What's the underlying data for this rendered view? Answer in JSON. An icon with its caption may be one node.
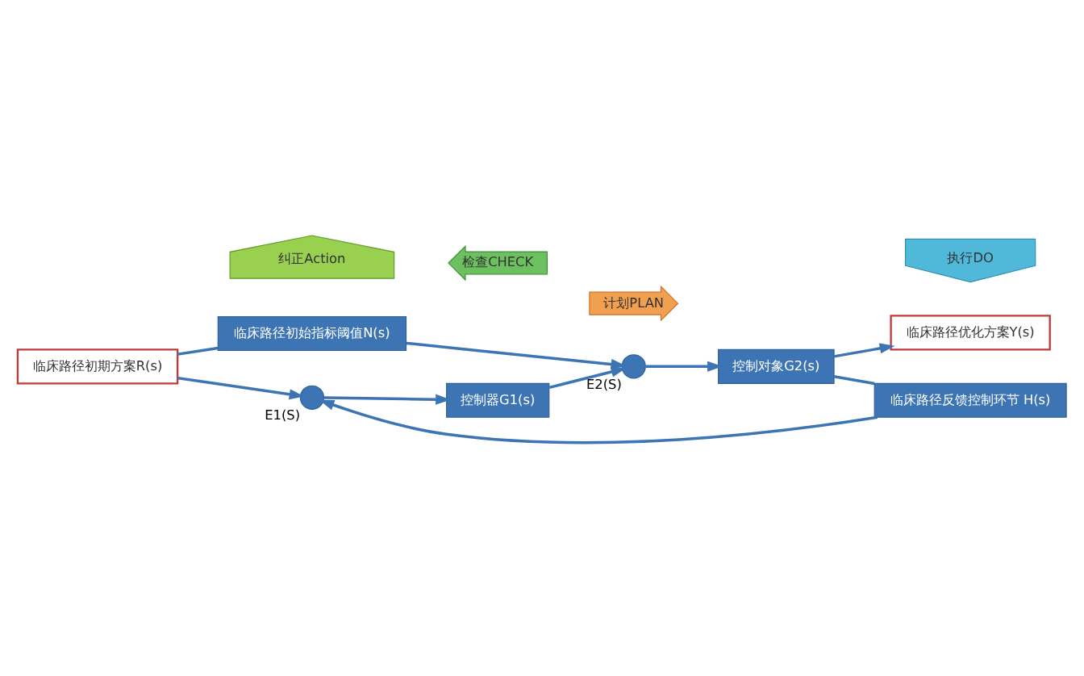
{
  "diagram": {
    "nodes": [
      {
        "text": [
          "临床路径初期方案R(s)"
        ]
      },
      {
        "text": [
          "临床路径初始指标阈值N(s)"
        ]
      },
      {
        "text": [],
        "shape": "circle",
        "beside": [
          "E1(S)"
        ]
      },
      {
        "text": [
          "控制器G1(s)"
        ]
      },
      {
        "text": [],
        "shape": "circle",
        "beside": [
          "E2(S)"
        ]
      },
      {
        "text": [
          "控制对象G2(s)"
        ]
      },
      {
        "text": [
          "临床路径优化方案Y(s)"
        ]
      },
      {
        "text": [
          "临床路径反馈控制环节 H(s)"
        ]
      },
      {
        "text": [
          "计划PLAN"
        ]
      },
      {
        "text": [
          "执行DO"
        ]
      },
      {
        "text": [
          "检查CHECK"
        ]
      },
      {
        "text": [
          "纠正Action"
        ]
      }
    ],
    "edges": [
      {
        "from": 0,
        "to": 2,
        "arrow": "to"
      },
      {
        "from": 0,
        "to": 1,
        "arrow": "none"
      },
      {
        "from": 1,
        "to": 4,
        "arrow": "to"
      },
      {
        "from": 2,
        "to": 3,
        "arrow": "to"
      },
      {
        "from": 3,
        "to": 4,
        "arrow": "to"
      },
      {
        "from": 4,
        "to": 5,
        "arrow": "to"
      },
      {
        "from": 5,
        "to": 6,
        "arrow": "to"
      },
      {
        "from": 5,
        "to": 7,
        "arrow": "none"
      },
      {
        "from": 7,
        "to": 2,
        "arrow": "to"
      }
    ]
  }
}
